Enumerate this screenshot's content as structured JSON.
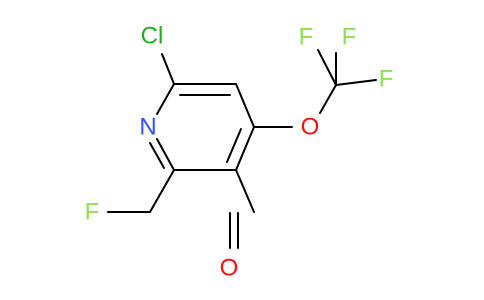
{
  "molecule": {
    "atoms": {
      "chlorine": "Cl",
      "nitrogen": "N",
      "ring_oxygen": "O",
      "aldehyde_oxygen": "O",
      "fluoromethyl_fluorine": "F",
      "trifluoromethyl_fluorine_left": "F",
      "trifluoromethyl_fluorine_top": "F",
      "trifluoromethyl_fluorine_right": "F"
    },
    "colors": {
      "chlorine": "#1fb21f",
      "nitrogen": "#3050f8",
      "oxygen": "#ff0d0d",
      "fluorine": "#90e050",
      "bond": "#000000"
    }
  }
}
